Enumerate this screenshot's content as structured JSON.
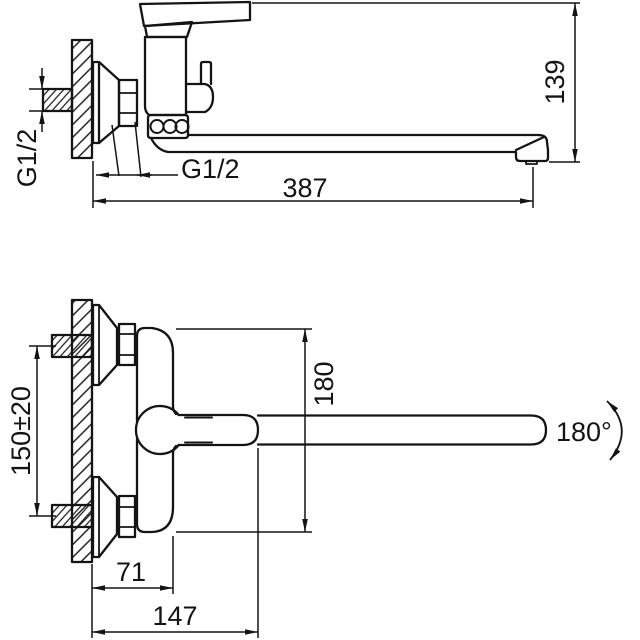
{
  "canvas": {
    "background": "#ffffff",
    "line_color": "#141414"
  },
  "drawing": {
    "side_view": {
      "thread_label_wall": "G1/2",
      "thread_label_nut": "G1/2",
      "spout_reach": "387",
      "overall_height": "139"
    },
    "front_view": {
      "inlet_spacing": "150±20",
      "body_height": "180",
      "swivel_angle": "180°",
      "wall_to_body": "71",
      "wall_to_handle": "147"
    }
  }
}
